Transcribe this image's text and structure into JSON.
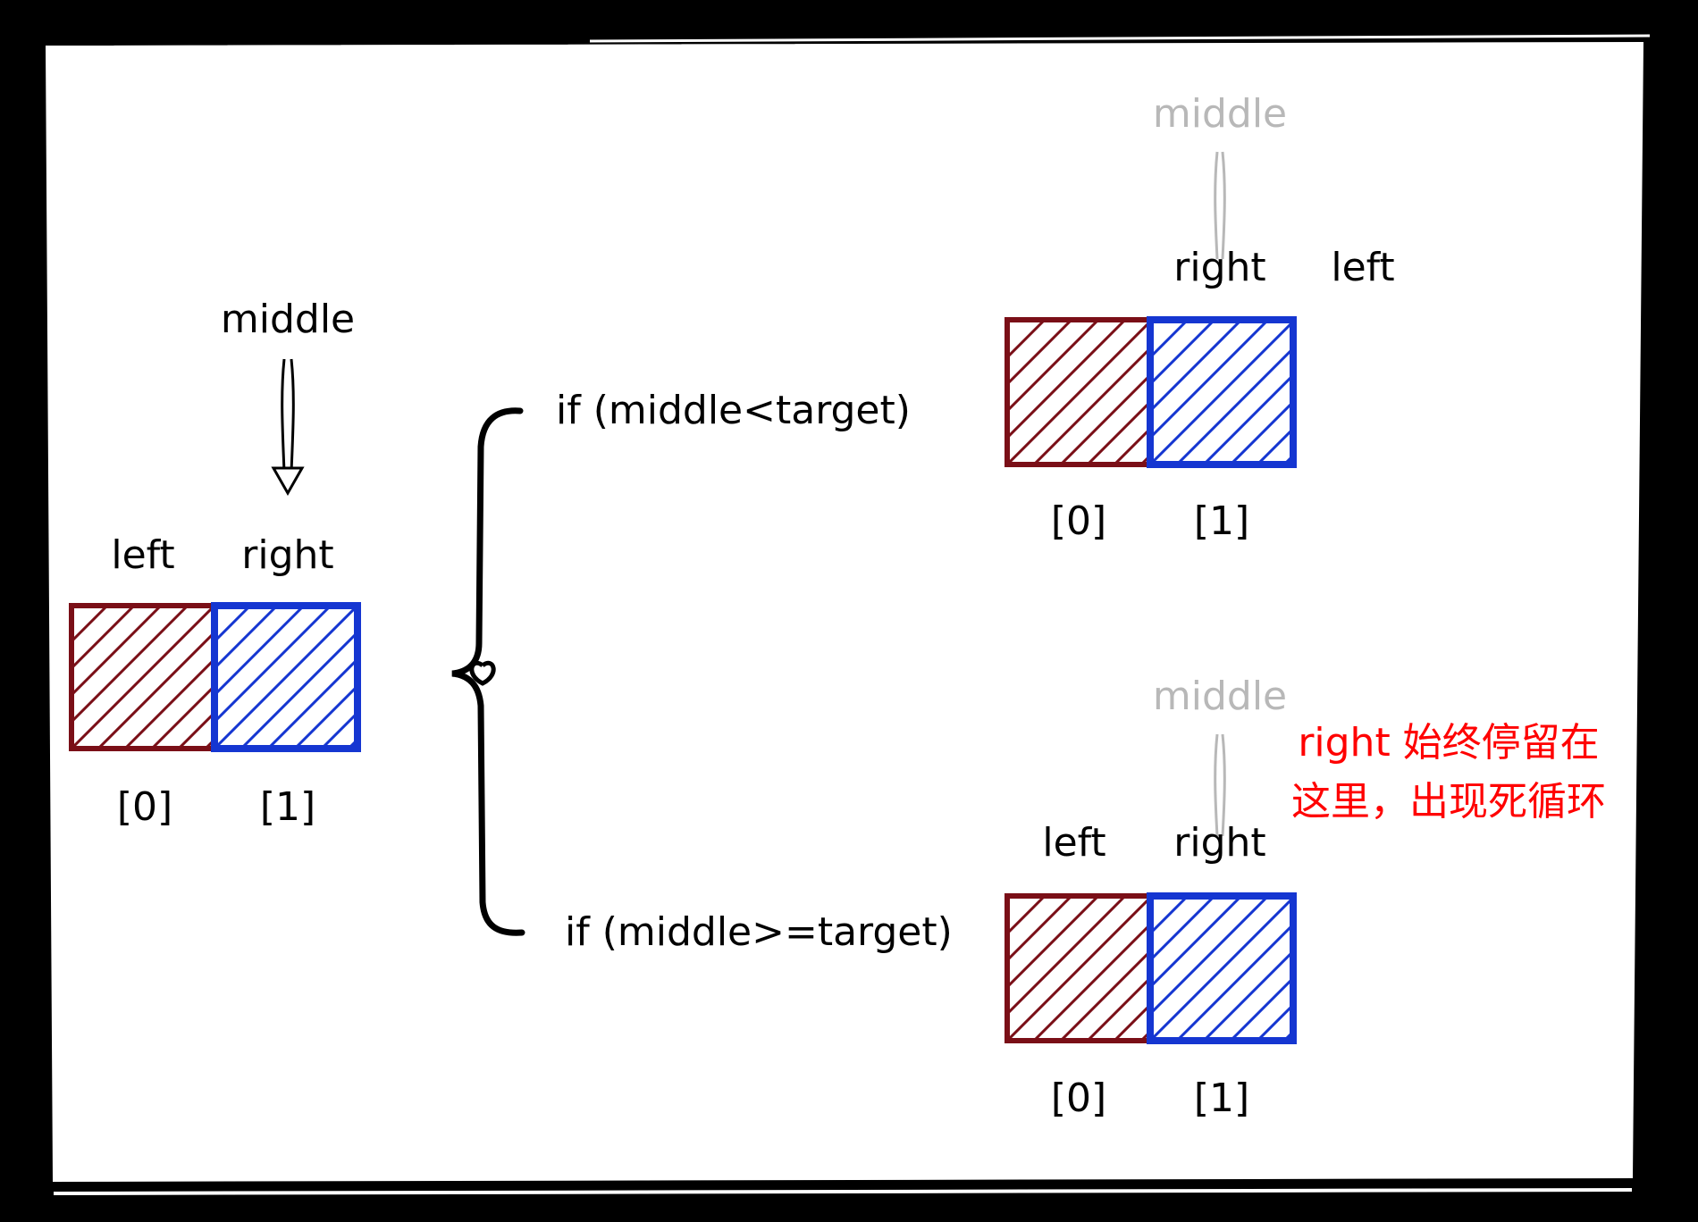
{
  "colors": {
    "background": "#000000",
    "paper": "#ffffff",
    "red_cell": "#7a0f17",
    "blue_cell": "#1536d1",
    "gray_label": "#b8b8b8",
    "annotation": "#ff0000"
  },
  "initial": {
    "pointer_label": "middle",
    "left_label": "left",
    "right_label": "right",
    "index0": "[0]",
    "index1": "[1]"
  },
  "branch_lt": {
    "condition": "if (middle<target)",
    "pointer_label": "middle",
    "right_label": "right",
    "left_label": "left",
    "index0": "[0]",
    "index1": "[1]"
  },
  "branch_ge": {
    "condition": "if (middle>=target)",
    "pointer_label": "middle",
    "left_label": "left",
    "right_label": "right",
    "index0": "[0]",
    "index1": "[1]",
    "note_line1": "right 始终停留在",
    "note_line2": "这里，出现死循环"
  }
}
